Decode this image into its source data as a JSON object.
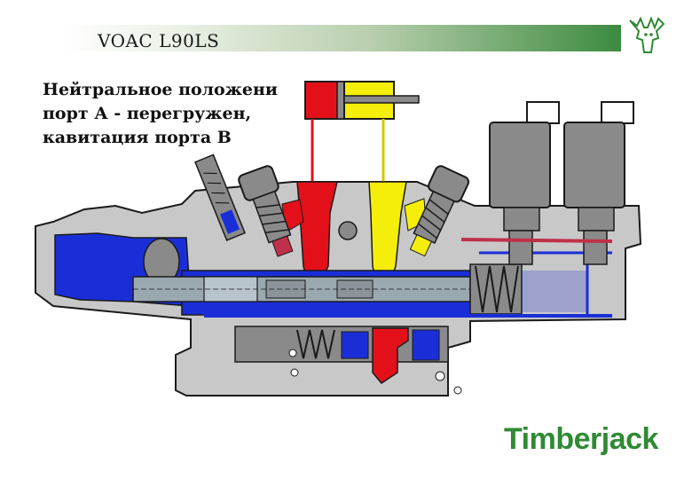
{
  "header": {
    "title": "VOAC L90LS",
    "accent_color": "#3c8b3f",
    "logo_icon": "moose-head-icon"
  },
  "caption": {
    "line1": "Нейтральное положени",
    "line2": "порт А - перегружен,",
    "line3": "кавитация порта В"
  },
  "diagram": {
    "colors": {
      "port_a_pressure": "#e3101a",
      "port_b_cavitation": "#f5ee0a",
      "tank_return": "#1a2ed8",
      "pilot_line": "#c0304a",
      "housing": "#c8c8c8",
      "outline": "#1a1a1a"
    }
  },
  "footer": {
    "brand": "Timberjack",
    "brand_color": "#2f8a34"
  }
}
